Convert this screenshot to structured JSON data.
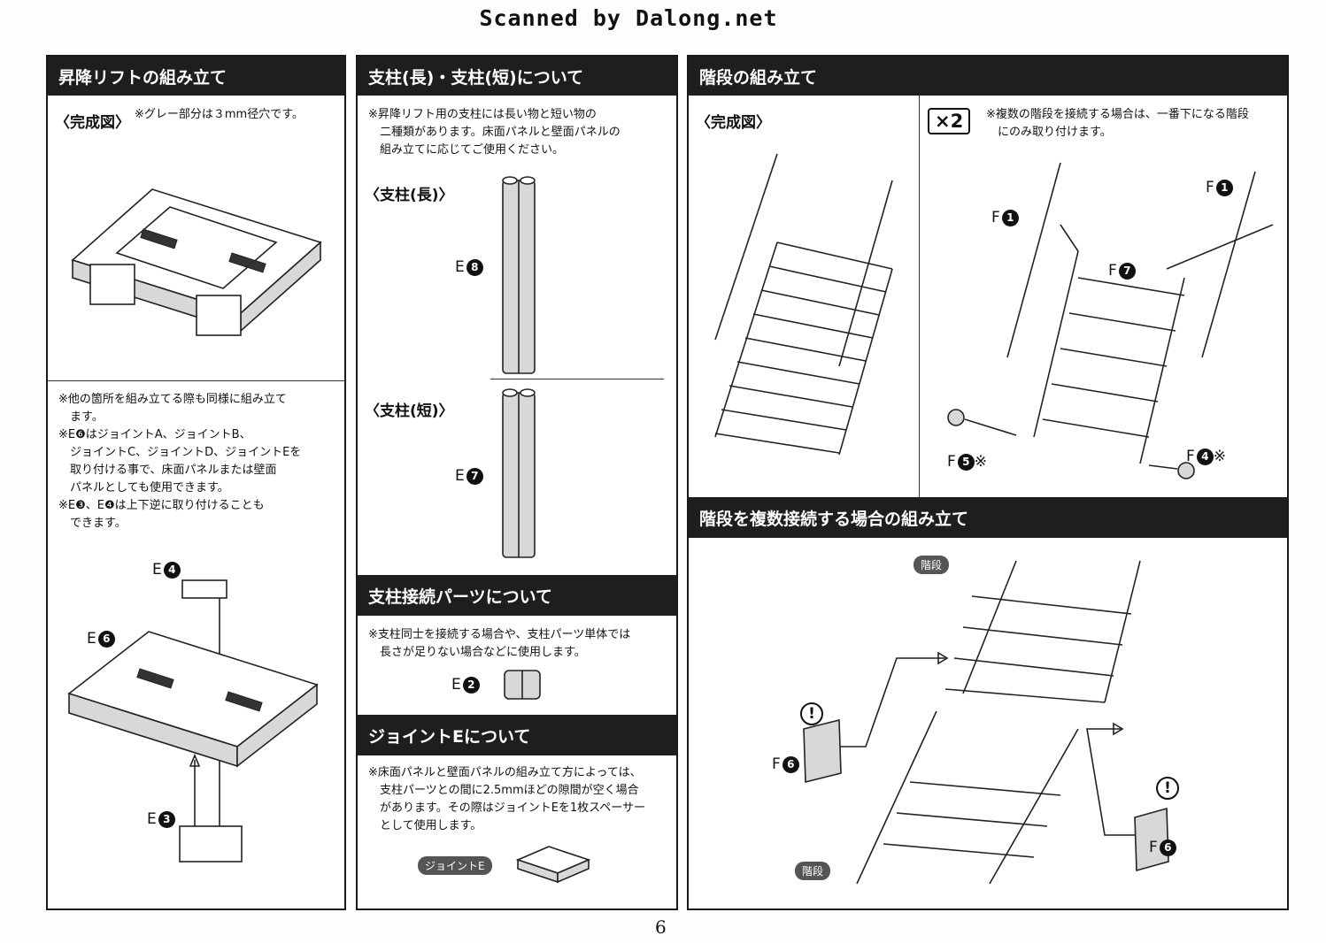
{
  "scan_watermark": "Scanned by Dalong.net",
  "page_number": "6",
  "lift": {
    "header": "昇降リフトの組み立て",
    "complete_label": "〈完成図〉",
    "complete_note": "※グレー部分は３mm径穴です。",
    "notes": "※他の箇所を組み立てる際も同様に組み立て\n　ます。\n※E❻はジョイントA、ジョイントB、\n　ジョイントC、ジョイントD、ジョイントEを\n　取り付ける事で、床面パネルまたは壁面\n　パネルとしても使用できます。\n※E❸、E❹は上下逆に取り付けることも\n　できます。",
    "part_e4": "E",
    "part_e4_num": "4",
    "part_e6": "E",
    "part_e6_num": "6",
    "part_e3": "E",
    "part_e3_num": "3"
  },
  "pillar": {
    "header": "支柱(長)・支柱(短)について",
    "note": "※昇降リフト用の支柱には長い物と短い物の\n　二種類があります。床面パネルと壁面パネルの\n　組み立てに応じてご使用ください。",
    "long_label": "〈支柱(長)〉",
    "long_part": "E",
    "long_part_num": "8",
    "short_label": "〈支柱(短)〉",
    "short_part": "E",
    "short_part_num": "7"
  },
  "connector": {
    "header": "支柱接続パーツについて",
    "note": "※支柱同士を接続する場合や、支柱パーツ単体では\n　長さが足りない場合などに使用します。",
    "part": "E",
    "part_num": "2"
  },
  "joint_e": {
    "header": "ジョイントEについて",
    "note": "※床面パネルと壁面パネルの組み立て方によっては、\n　支柱パーツとの間に2.5mmほどの隙間が空く場合\n　があります。その際はジョイントEを1枚スペーサー\n　として使用します。",
    "tag": "ジョイントE"
  },
  "stairs": {
    "header": "階段の組み立て",
    "complete_label": "〈完成図〉",
    "multiplier": "×2",
    "multi_note": "※複数の階段を接続する場合は、一番下になる階段\n　にのみ取り付けます。",
    "f1_left": "F",
    "f1_right": "F",
    "f1_num": "1",
    "f7": "F",
    "f7_num": "7",
    "f5": "F",
    "f5_num": "5",
    "f4": "F",
    "f4_num": "4",
    "asterisk": "※"
  },
  "multi_stairs": {
    "header": "階段を複数接続する場合の組み立て",
    "tag_top": "階段",
    "tag_bottom": "階段",
    "f6_left": "F",
    "f6_right": "F",
    "f6_num": "6",
    "warn_icon": "!"
  }
}
